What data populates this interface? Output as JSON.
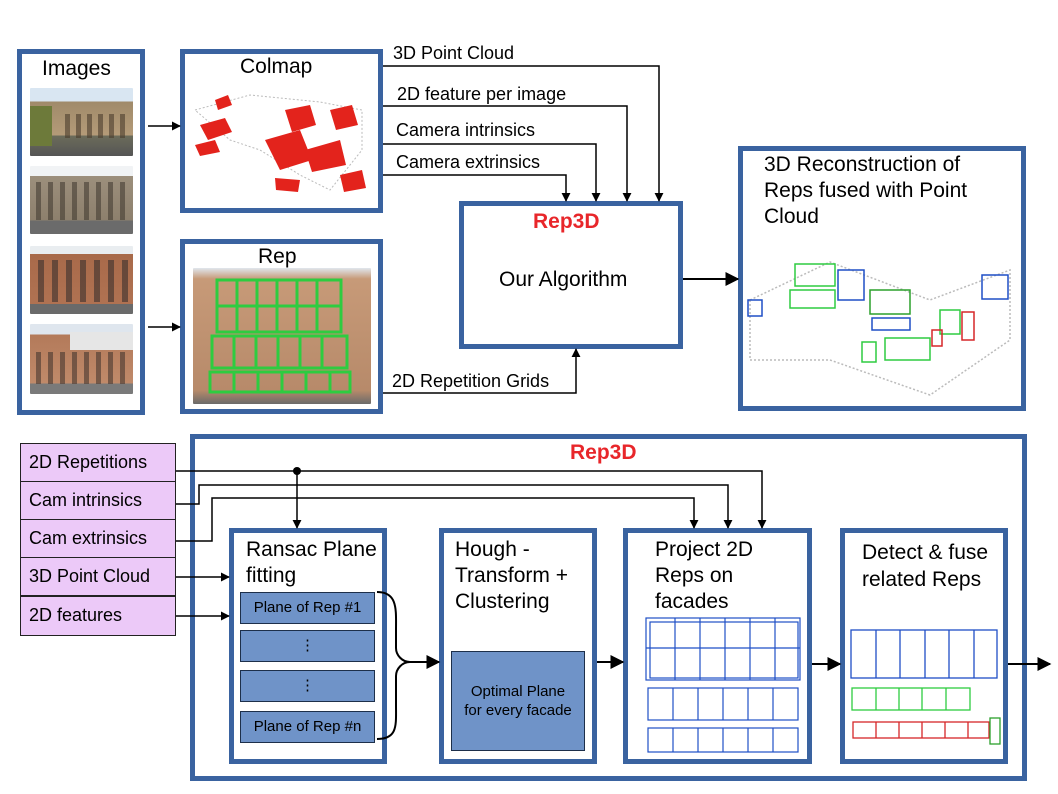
{
  "top": {
    "images_title": "Images",
    "colmap_title": "Colmap",
    "rep_title": "Rep",
    "rep3d_title": "Rep3D",
    "algorithm_label": "Our Algorithm",
    "output_title": "3D Reconstruction of Reps fused with Point Cloud",
    "edges": {
      "point_cloud": "3D Point Cloud",
      "features": "2D feature per image",
      "intrinsics": "Camera intrinsics",
      "extrinsics": "Camera extrinsics",
      "grids": "2D Repetition Grids"
    }
  },
  "bottom": {
    "rep3d_title": "Rep3D",
    "inputs": [
      "2D Repetitions",
      "Cam intrinsics",
      "Cam extrinsics",
      "3D Point Cloud",
      "2D features"
    ],
    "ransac_title": "Ransac Plane fitting",
    "ransac_items": [
      "Plane of Rep #1",
      "⋮",
      "⋮",
      "Plane of Rep #n"
    ],
    "hough_title": "Hough - Transform + Clustering",
    "hough_result": "Optimal Plane for every facade",
    "project_title": "Project 2D Reps on facades",
    "detect_title": "Detect & fuse related Reps"
  },
  "colors": {
    "box_border": "#3a63a0",
    "rep3d_red": "#e8262a",
    "input_fill": "#ecc9f8",
    "sub_fill": "#6f93c8",
    "grid_green": "#2ecc40"
  }
}
